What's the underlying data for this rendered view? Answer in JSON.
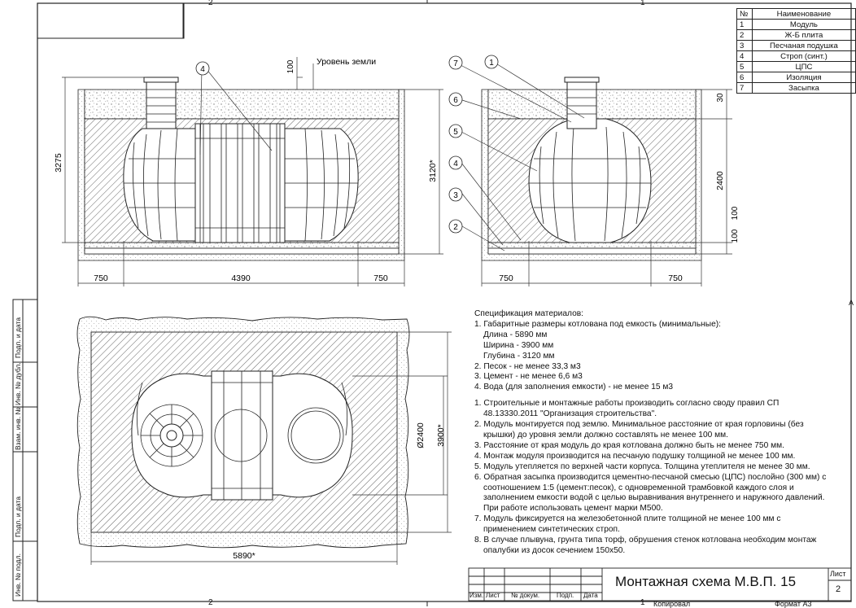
{
  "sheet": {
    "zone_top_left": "2",
    "zone_top_right": "1",
    "zone_bottom_left": "2",
    "zone_bottom_right": "1",
    "zone_side": "А",
    "side_labels": [
      "Подп. и дата",
      "Инв. № дубл.",
      "Взам. инв. №",
      "Подп. и дата",
      "Инв. № подл."
    ]
  },
  "legend": {
    "header_num": "№",
    "header_name": "Наименование",
    "rows": [
      {
        "num": "1",
        "name": "Модуль"
      },
      {
        "num": "2",
        "name": "Ж-Б плита"
      },
      {
        "num": "3",
        "name": "Песчаная подушка"
      },
      {
        "num": "4",
        "name": "Строп (синт.)"
      },
      {
        "num": "5",
        "name": "ЦПС"
      },
      {
        "num": "6",
        "name": "Изоляция"
      },
      {
        "num": "7",
        "name": "Засыпка"
      }
    ]
  },
  "views": {
    "ground_level": "Уровень земли",
    "dim_100_top": "100",
    "dim_3275": "3275",
    "dim_3120": "3120*",
    "dim_750_left": "750",
    "dim_4390": "4390",
    "dim_750_right": "750",
    "callout_left": "4",
    "side_dim_30": "30",
    "side_dim_2400": "2400",
    "side_dim_100a": "100",
    "side_dim_100b": "100",
    "side_dim_750_left": "750",
    "side_dim_750_right": "750",
    "side_callouts": [
      "7",
      "1",
      "6",
      "5",
      "4",
      "3",
      "2"
    ],
    "plan_dim_d2400": "Ø2400",
    "plan_dim_3900": "3900*",
    "plan_dim_5890": "5890*"
  },
  "spec": {
    "title": "Спецификация материалов:",
    "l1": "1. Габаритные размеры котлована под емкость (минимальные):",
    "l1a": "Длина - 5890 мм",
    "l1b": "Ширина - 3900 мм",
    "l1c": "Глубина - 3120 мм",
    "l2": "2. Песок - не менее 33,3 м3",
    "l3": "3. Цемент - не менее 6,6 м3",
    "l4": "4. Вода (для заполнения емкости) - не менее 15 м3",
    "n1a": "1. Строительные и монтажные работы производить согласно своду правил СП",
    "n1b": "48.13330.2011 \"Организация строительства\".",
    "n2a": "2. Модуль монтируется под землю. Минимальное расстояние от края горловины (без",
    "n2b": "крышки) до уровня земли должно составлять не менее 100 мм.",
    "n3": "3. Расстояние от края модуль до края котлована должно быть не менее 750 мм.",
    "n4": "4. Монтаж модуля производится на песчаную подушку толщиной не менее 100 мм.",
    "n5": "5. Модуль утепляется по верхней части корпуса. Толщина утеплителя не менее 30 мм.",
    "n6a": "6. Обратная засыпка производится цементно-песчаной смесью (ЦПС) послойно (300 мм) с",
    "n6b": "соотношением 1:5 (цемент:песок), с одновременной трамбовкой каждого слоя и",
    "n6c": "заполнением емкости водой с целью выравнивания внутреннего и наружного давлений.",
    "n6d": "При работе использовать цемент марки М500.",
    "n7a": "7. Модуль фиксируется  на железобетонной плите толщиной не менее 100 мм с",
    "n7b": "применением синтетических строп.",
    "n8a": "8. В случае плывуна, грунта типа торф, обрушения стенок котлована необходим монтаж",
    "n8b": "опалубки из досок сечением 150х50."
  },
  "stamp": {
    "title": "Монтажная схема М.В.П. 15",
    "sheet_label": "Лист",
    "sheet_num": "2",
    "cols": [
      "Изм.",
      "Лист",
      "№ докум.",
      "Подп.",
      "Дата"
    ],
    "copied": "Копировал",
    "format": "Формат А3"
  }
}
